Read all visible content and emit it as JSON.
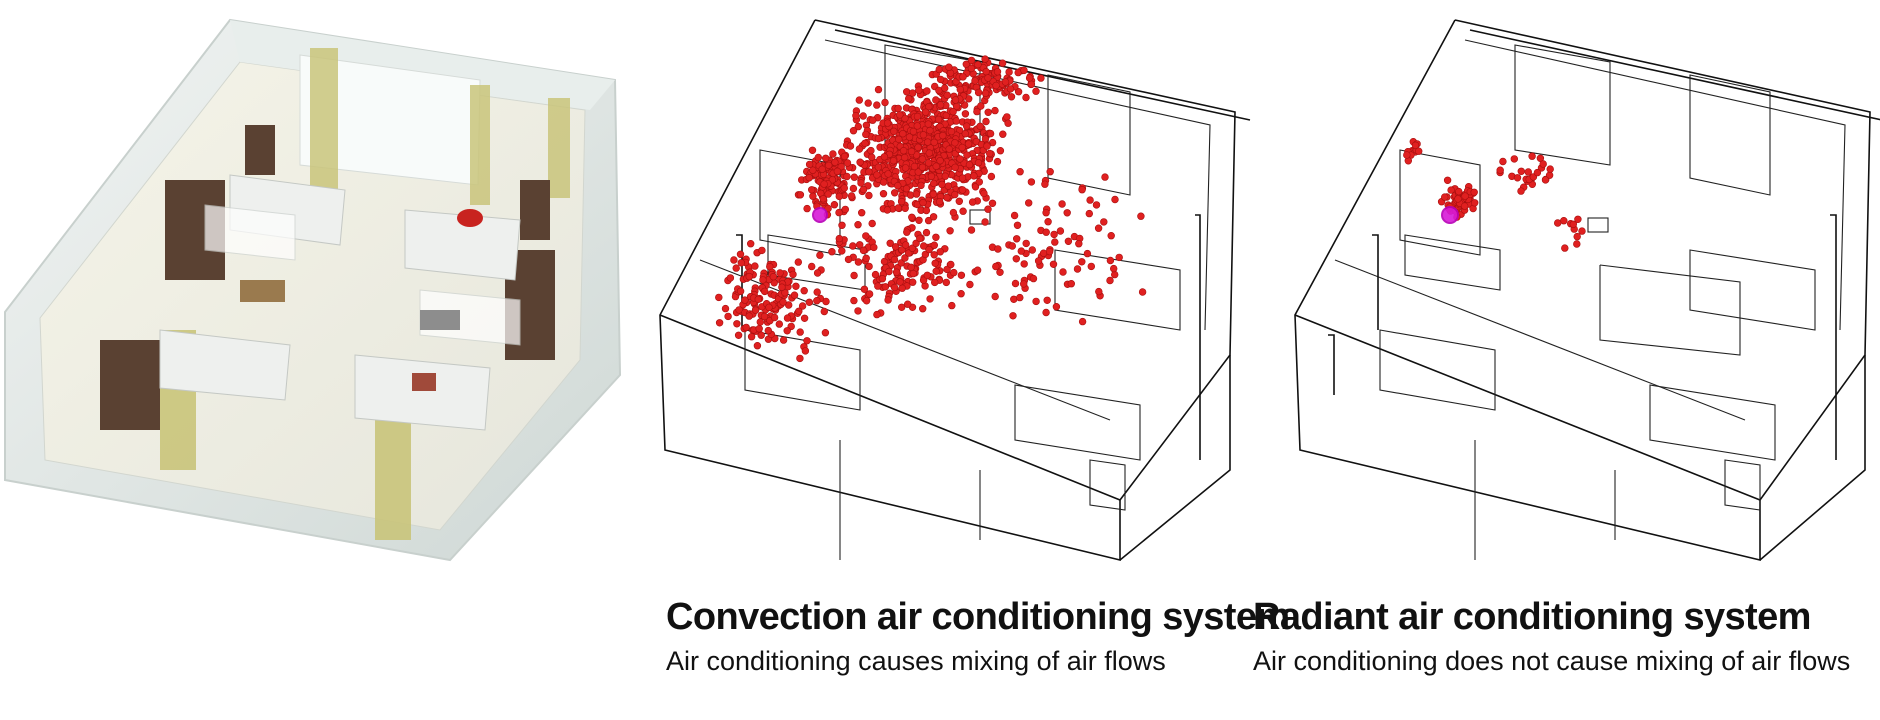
{
  "captions": {
    "convection": {
      "title": "Convection air conditioning system",
      "subtitle": "Air conditioning causes mixing of air flows"
    },
    "radiant": {
      "title": "Radiant air conditioning system",
      "subtitle": "Air conditioning does not cause mixing of air flows"
    }
  },
  "colors": {
    "particle": "#e02020",
    "source": "#d81ad8",
    "wireframe": "#111111",
    "room_wall": "#dfe6e4",
    "curtain": "#c9c47a",
    "furniture": "#5a4132"
  }
}
